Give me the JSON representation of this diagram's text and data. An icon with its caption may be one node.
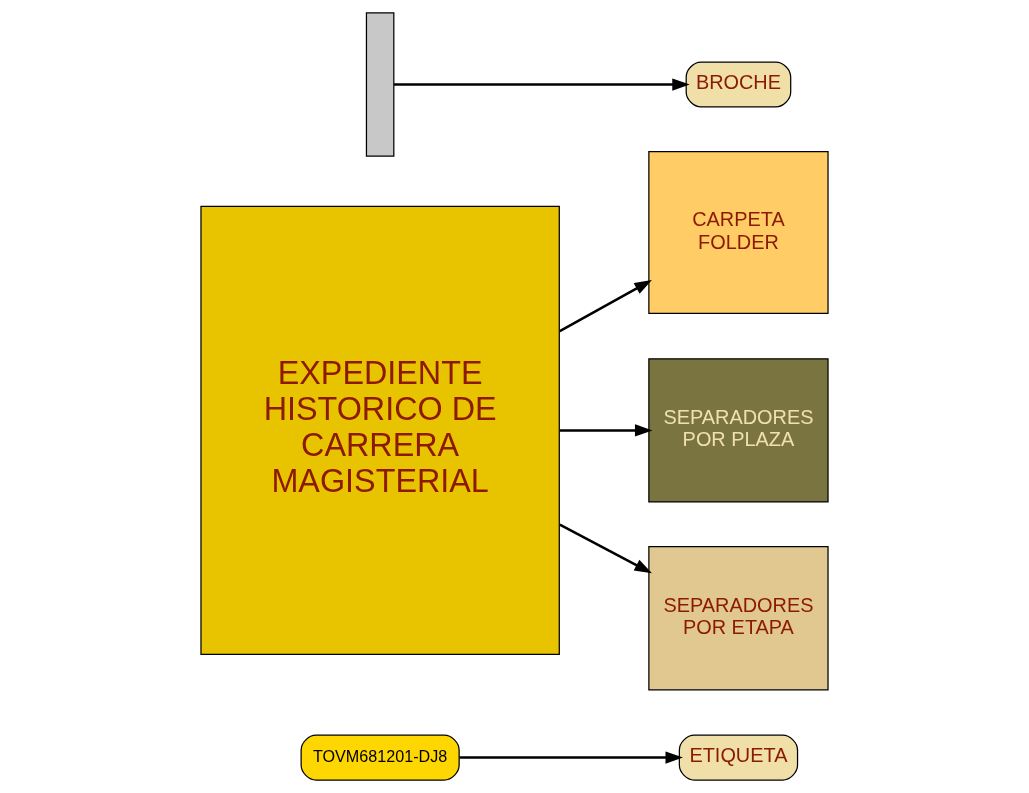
{
  "diagram": {
    "nodes": [
      {
        "text": [
          "ETIQUETA"
        ]
      },
      {
        "text": [
          "EXPEDIENTE HISTORICO DE CARRERA MAGISTERIAL"
        ]
      },
      {
        "text": [
          "TOVM681201-DJ8"
        ]
      },
      {
        "text": [
          "BROCHE"
        ]
      },
      {
        "text": [],
        "shape": "bar"
      },
      {
        "text": [
          "CARPETA FOLDER"
        ]
      },
      {
        "text": [
          "SEPARADORES POR PLAZA"
        ]
      },
      {
        "text": [
          "SEPARADORES POR ETAPA"
        ]
      }
    ],
    "edges": [
      {
        "from": 2,
        "to": 0,
        "arrow": "to"
      },
      {
        "from": 4,
        "to": 3,
        "arrow": "to"
      },
      {
        "from": 1,
        "to": 5,
        "arrow": "to"
      },
      {
        "from": 1,
        "to": 6,
        "arrow": "to"
      },
      {
        "from": 1,
        "to": 7,
        "arrow": "to"
      }
    ]
  }
}
